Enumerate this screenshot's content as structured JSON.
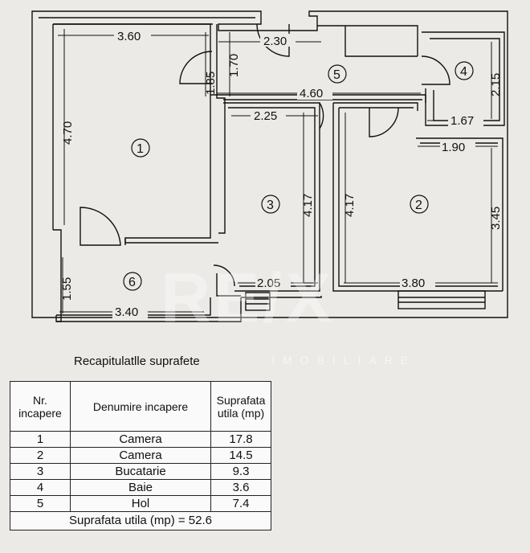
{
  "rooms": [
    {
      "number": "1"
    },
    {
      "number": "2"
    },
    {
      "number": "3"
    },
    {
      "number": "4"
    },
    {
      "number": "5"
    },
    {
      "number": "6"
    }
  ],
  "dimensions": {
    "d1": "3.60",
    "d2": "2.30",
    "d3": "1.85",
    "d4": "1.70",
    "d5": "4.70",
    "d6": "4.60",
    "d7": "2.15",
    "d8": "2.25",
    "d9": "1.67",
    "d10": "1.90",
    "d11": "4.17",
    "d12": "4.17",
    "d13": "3.45",
    "d14": "1.55",
    "d15": "2.05",
    "d16": "3.80",
    "d17": "3.40"
  },
  "watermark": {
    "logo": "RE/X",
    "sub": "IMOBILIARE"
  },
  "recap": {
    "title": "Recapitulatlle suprafete",
    "headers": {
      "nr": "Nr. incapere",
      "name": "Denumire incapere",
      "area": "Suprafata utila (mp)"
    },
    "rows": [
      {
        "nr": "1",
        "name": "Camera",
        "area": "17.8"
      },
      {
        "nr": "2",
        "name": "Camera",
        "area": "14.5"
      },
      {
        "nr": "3",
        "name": "Bucatarie",
        "area": "9.3"
      },
      {
        "nr": "4",
        "name": "Baie",
        "area": "3.6"
      },
      {
        "nr": "5",
        "name": "Hol",
        "area": "7.4"
      }
    ],
    "total": "Suprafata utila (mp) = 52.6"
  }
}
